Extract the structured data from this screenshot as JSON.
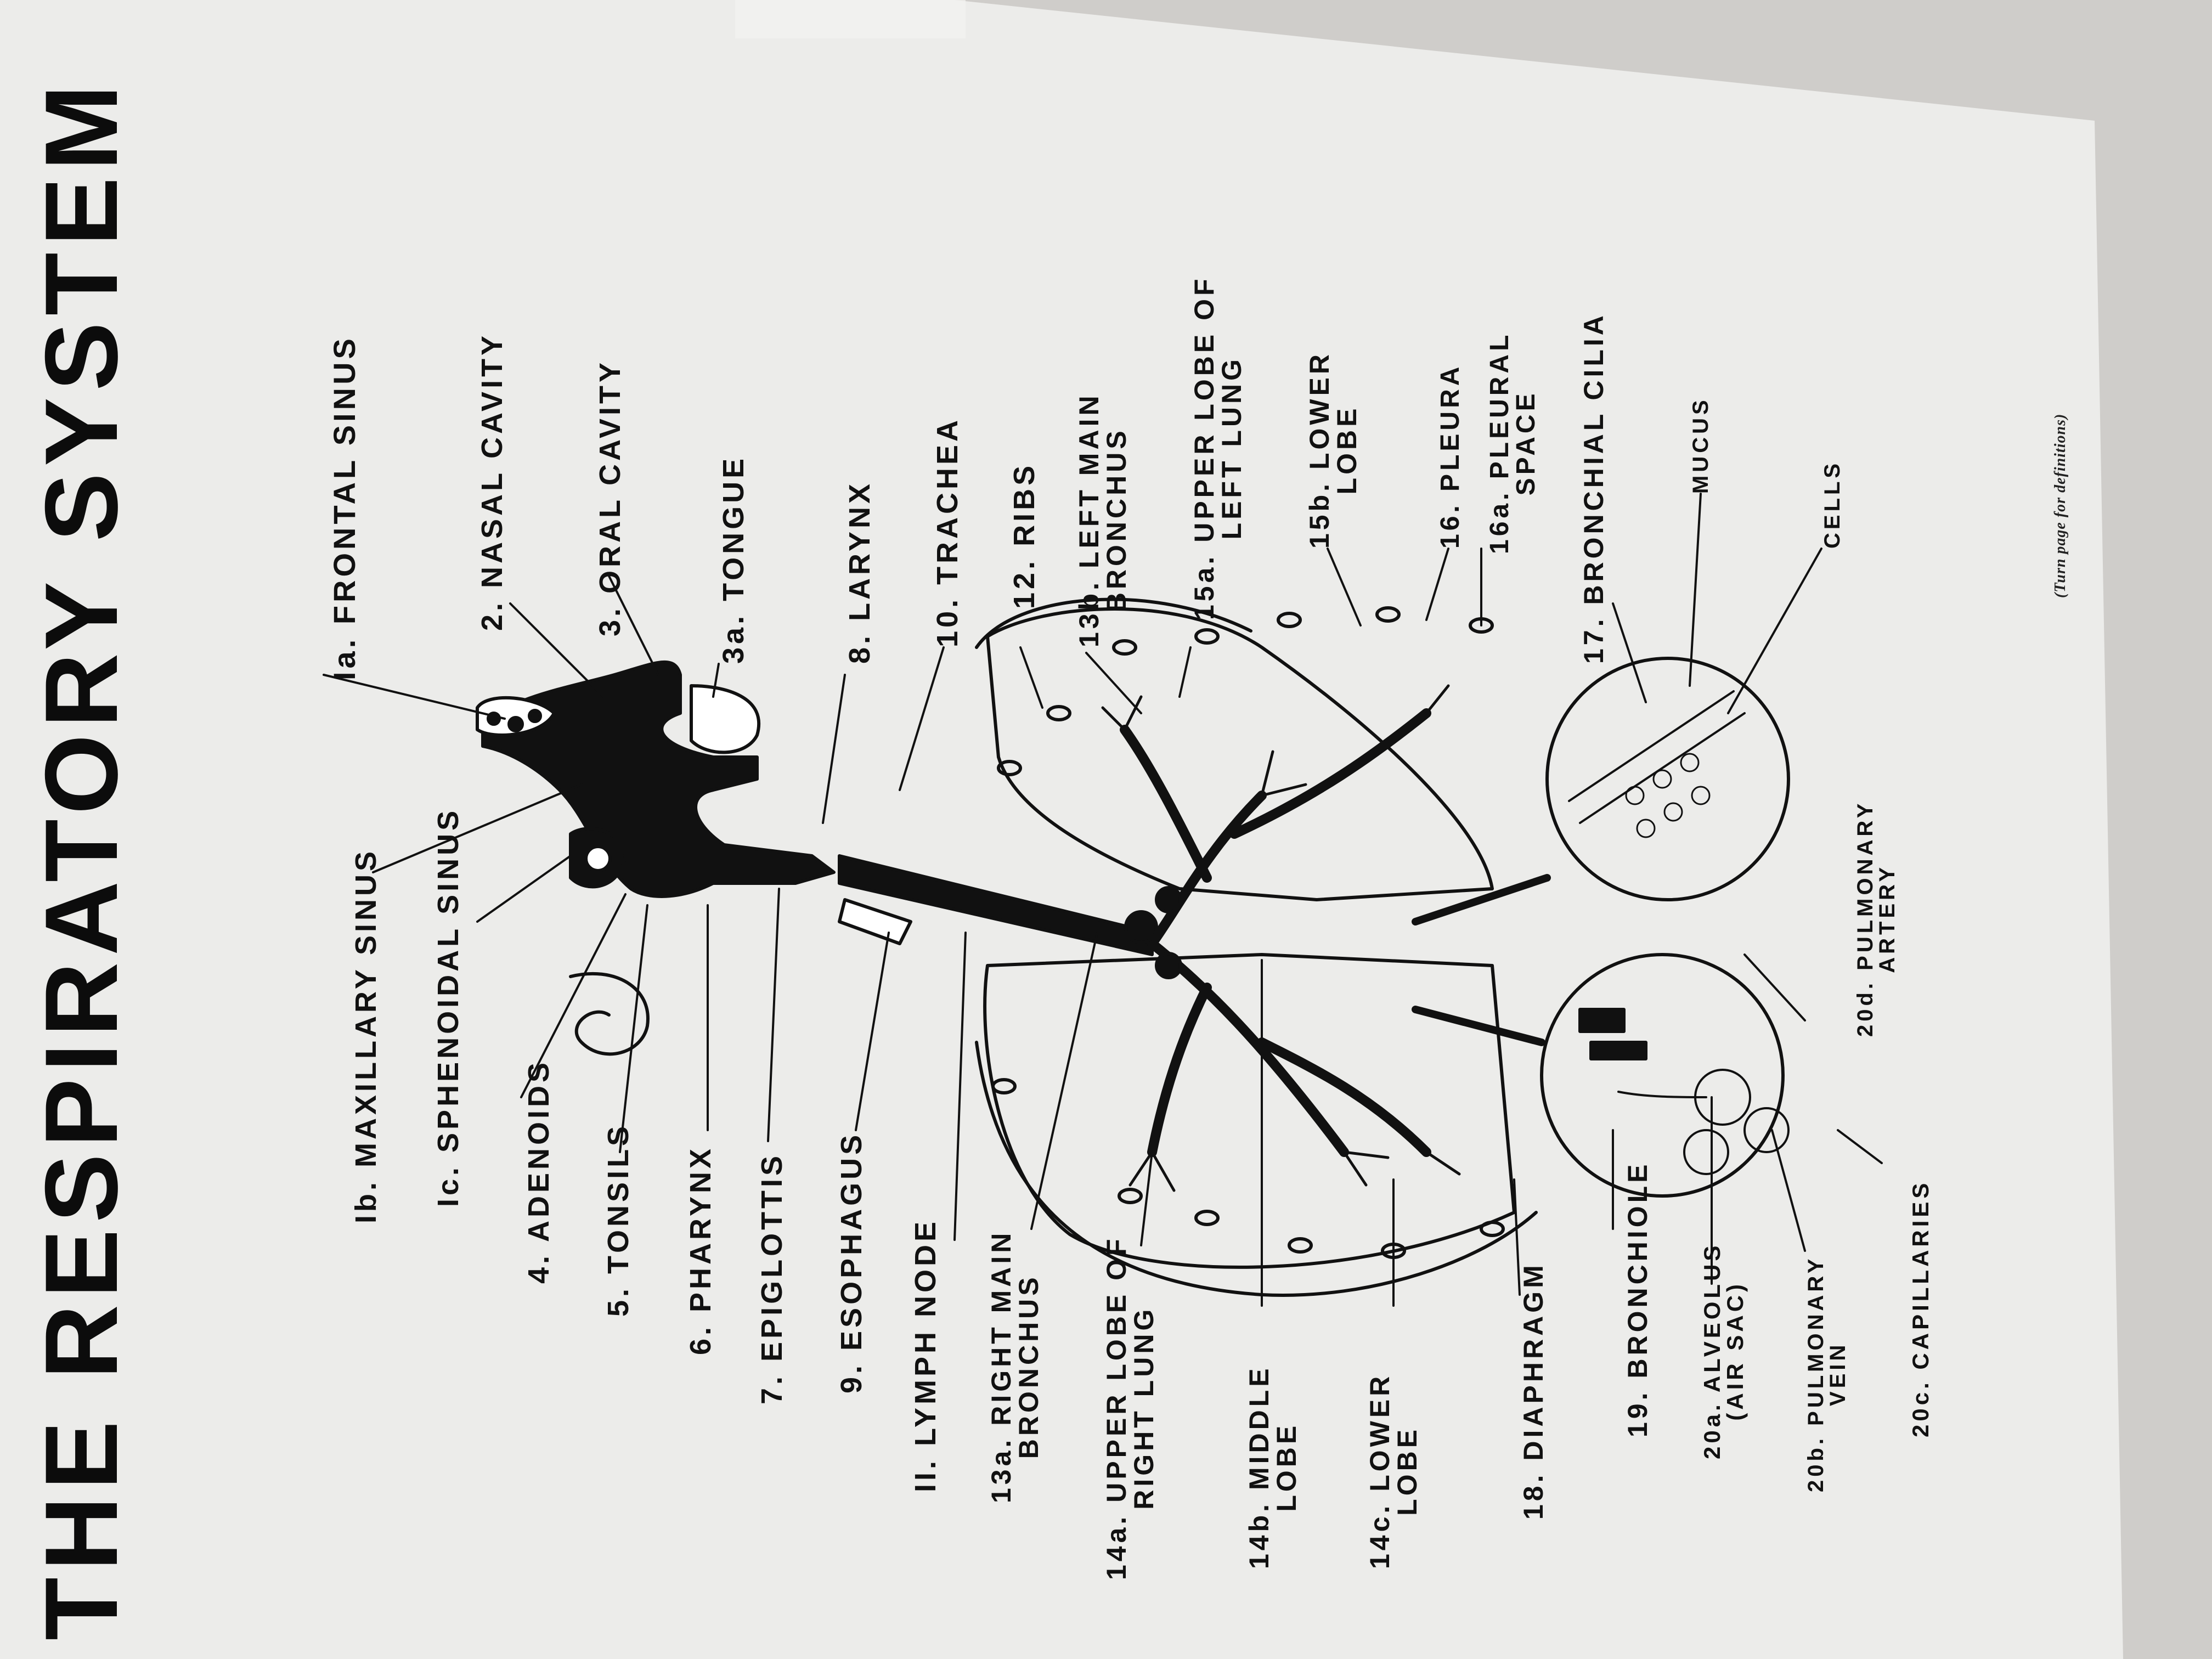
{
  "title": "THE RESPIRATORY SYSTEM",
  "footnote": "(Turn page for definitions)",
  "labels": {
    "frontal_sinus": "Ia. FRONTAL SINUS",
    "maxillary_sinus": "Ib. MAXILLARY SINUS",
    "sphenoidal_sinus": "Ic. SPHENOIDAL SINUS",
    "nasal_cavity": "2. NASAL CAVITY",
    "oral_cavity": "3. ORAL CAVITY",
    "tongue": "3a. TONGUE",
    "adenoids": "4. ADENOIDS",
    "tonsils": "5. TONSILS",
    "pharynx": "6. PHARYNX",
    "epiglottis": "7. EPIGLOTTIS",
    "larynx": "8. LARYNX",
    "esophagus": "9. ESOPHAGUS",
    "trachea": "10. TRACHEA",
    "lymph_node": "II. LYMPH NODE",
    "ribs": "12. RIBS",
    "right_main_bronchus": "13a. RIGHT MAIN\nBRONCHUS",
    "left_main_bronchus": "13b. LEFT MAIN\nBRONCHUS",
    "upper_lobe_right": "14a. UPPER LOBE OF\nRIGHT LUNG",
    "middle_lobe": "14b. MIDDLE\nLOBE",
    "lower_lobe_right": "14c. LOWER\nLOBE",
    "upper_lobe_left": "15a. UPPER LOBE OF\nLEFT LUNG",
    "lower_lobe_left": "15b. LOWER\nLOBE",
    "pleura": "16. PLEURA",
    "pleural_space": "16a. PLEURAL\nSPACE",
    "bronchial_cilia": "17. BRONCHIAL CILIA",
    "mucus": "MUCUS",
    "cells": "CELLS",
    "diaphragm": "18. DIAPHRAGM",
    "bronchiole": "19. BRONCHIOLE",
    "alveolus": "20a. ALVEOLUS\n(AIR SAC)",
    "pulmonary_vein": "20b. PULMONARY\nVEIN",
    "capillaries": "20c. CAPILLARIES",
    "pulmonary_artery": "20d. PULMONARY\nARTERY"
  },
  "colors": {
    "wall": "#cfcdca",
    "paper": "#ececea",
    "ink": "#111111"
  }
}
